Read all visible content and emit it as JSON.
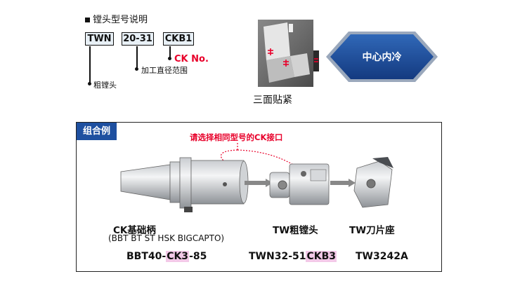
{
  "header": {
    "title": "镗头型号说明"
  },
  "model_code": {
    "parts": [
      "TWN",
      "20-31",
      "CKB1"
    ],
    "ck_label": "CK No.",
    "range_label": "加工直径范围",
    "type_label": "粗镗头"
  },
  "clamping": {
    "caption": "三面贴紧"
  },
  "coolant": {
    "label": "中心内冷"
  },
  "combo": {
    "tag": "组合例",
    "callout": "请选择相同型号的CK接口",
    "items": [
      {
        "name": "CK基础柄",
        "sub": "(BBT BT ST HSK BIGCAPTO)",
        "code_pre": "BBT40-",
        "code_hl": "CK3",
        "code_post": "-85"
      },
      {
        "name": "TW粗镗头",
        "sub": "",
        "code_pre": "TWN32-51",
        "code_hl": "CKB3",
        "code_post": ""
      },
      {
        "name": "TW刀片座",
        "sub": "",
        "code_pre": "TW3242A",
        "code_hl": "",
        "code_post": ""
      }
    ]
  },
  "colors": {
    "accent_blue": "#1e50a0",
    "highlight_pink": "#f3c9e8",
    "red": "#e8002a"
  }
}
